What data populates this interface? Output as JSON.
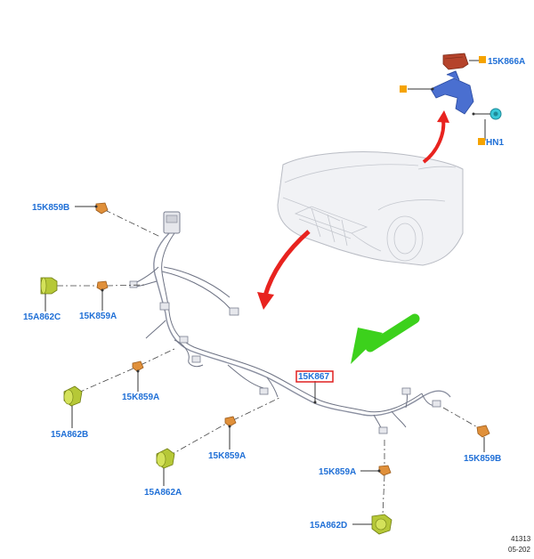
{
  "labels": {
    "top_module": "15K866A",
    "hn1": "HN1",
    "harness": "15K867",
    "l_15K859B": "15K859B",
    "l_15A862C": "15A862C",
    "l_15K859A_1": "15K859A",
    "l_15K859A_2": "15K859A",
    "l_15A862B": "15A862B",
    "l_15K859A_3": "15K859A",
    "l_15A862A": "15A862A",
    "l_15K859A_4": "15K859A",
    "l_15A862D": "15A862D",
    "r_15K859B": "15K859B"
  },
  "reference": {
    "line1": "41313",
    "line2": "05-202"
  },
  "colors": {
    "label_blue": "#1f6fd6",
    "callout_orange": "#f5a300",
    "highlight_red": "#e02020",
    "arrow_red": "#e8231f",
    "arrow_green": "#3cd11c",
    "bracket_blue": "#4a6fd0",
    "module_red": "#b5432b",
    "sensor_green": "#b6c837",
    "sensor_cyan": "#39c8d8",
    "connector_orange": "#e0903a"
  }
}
